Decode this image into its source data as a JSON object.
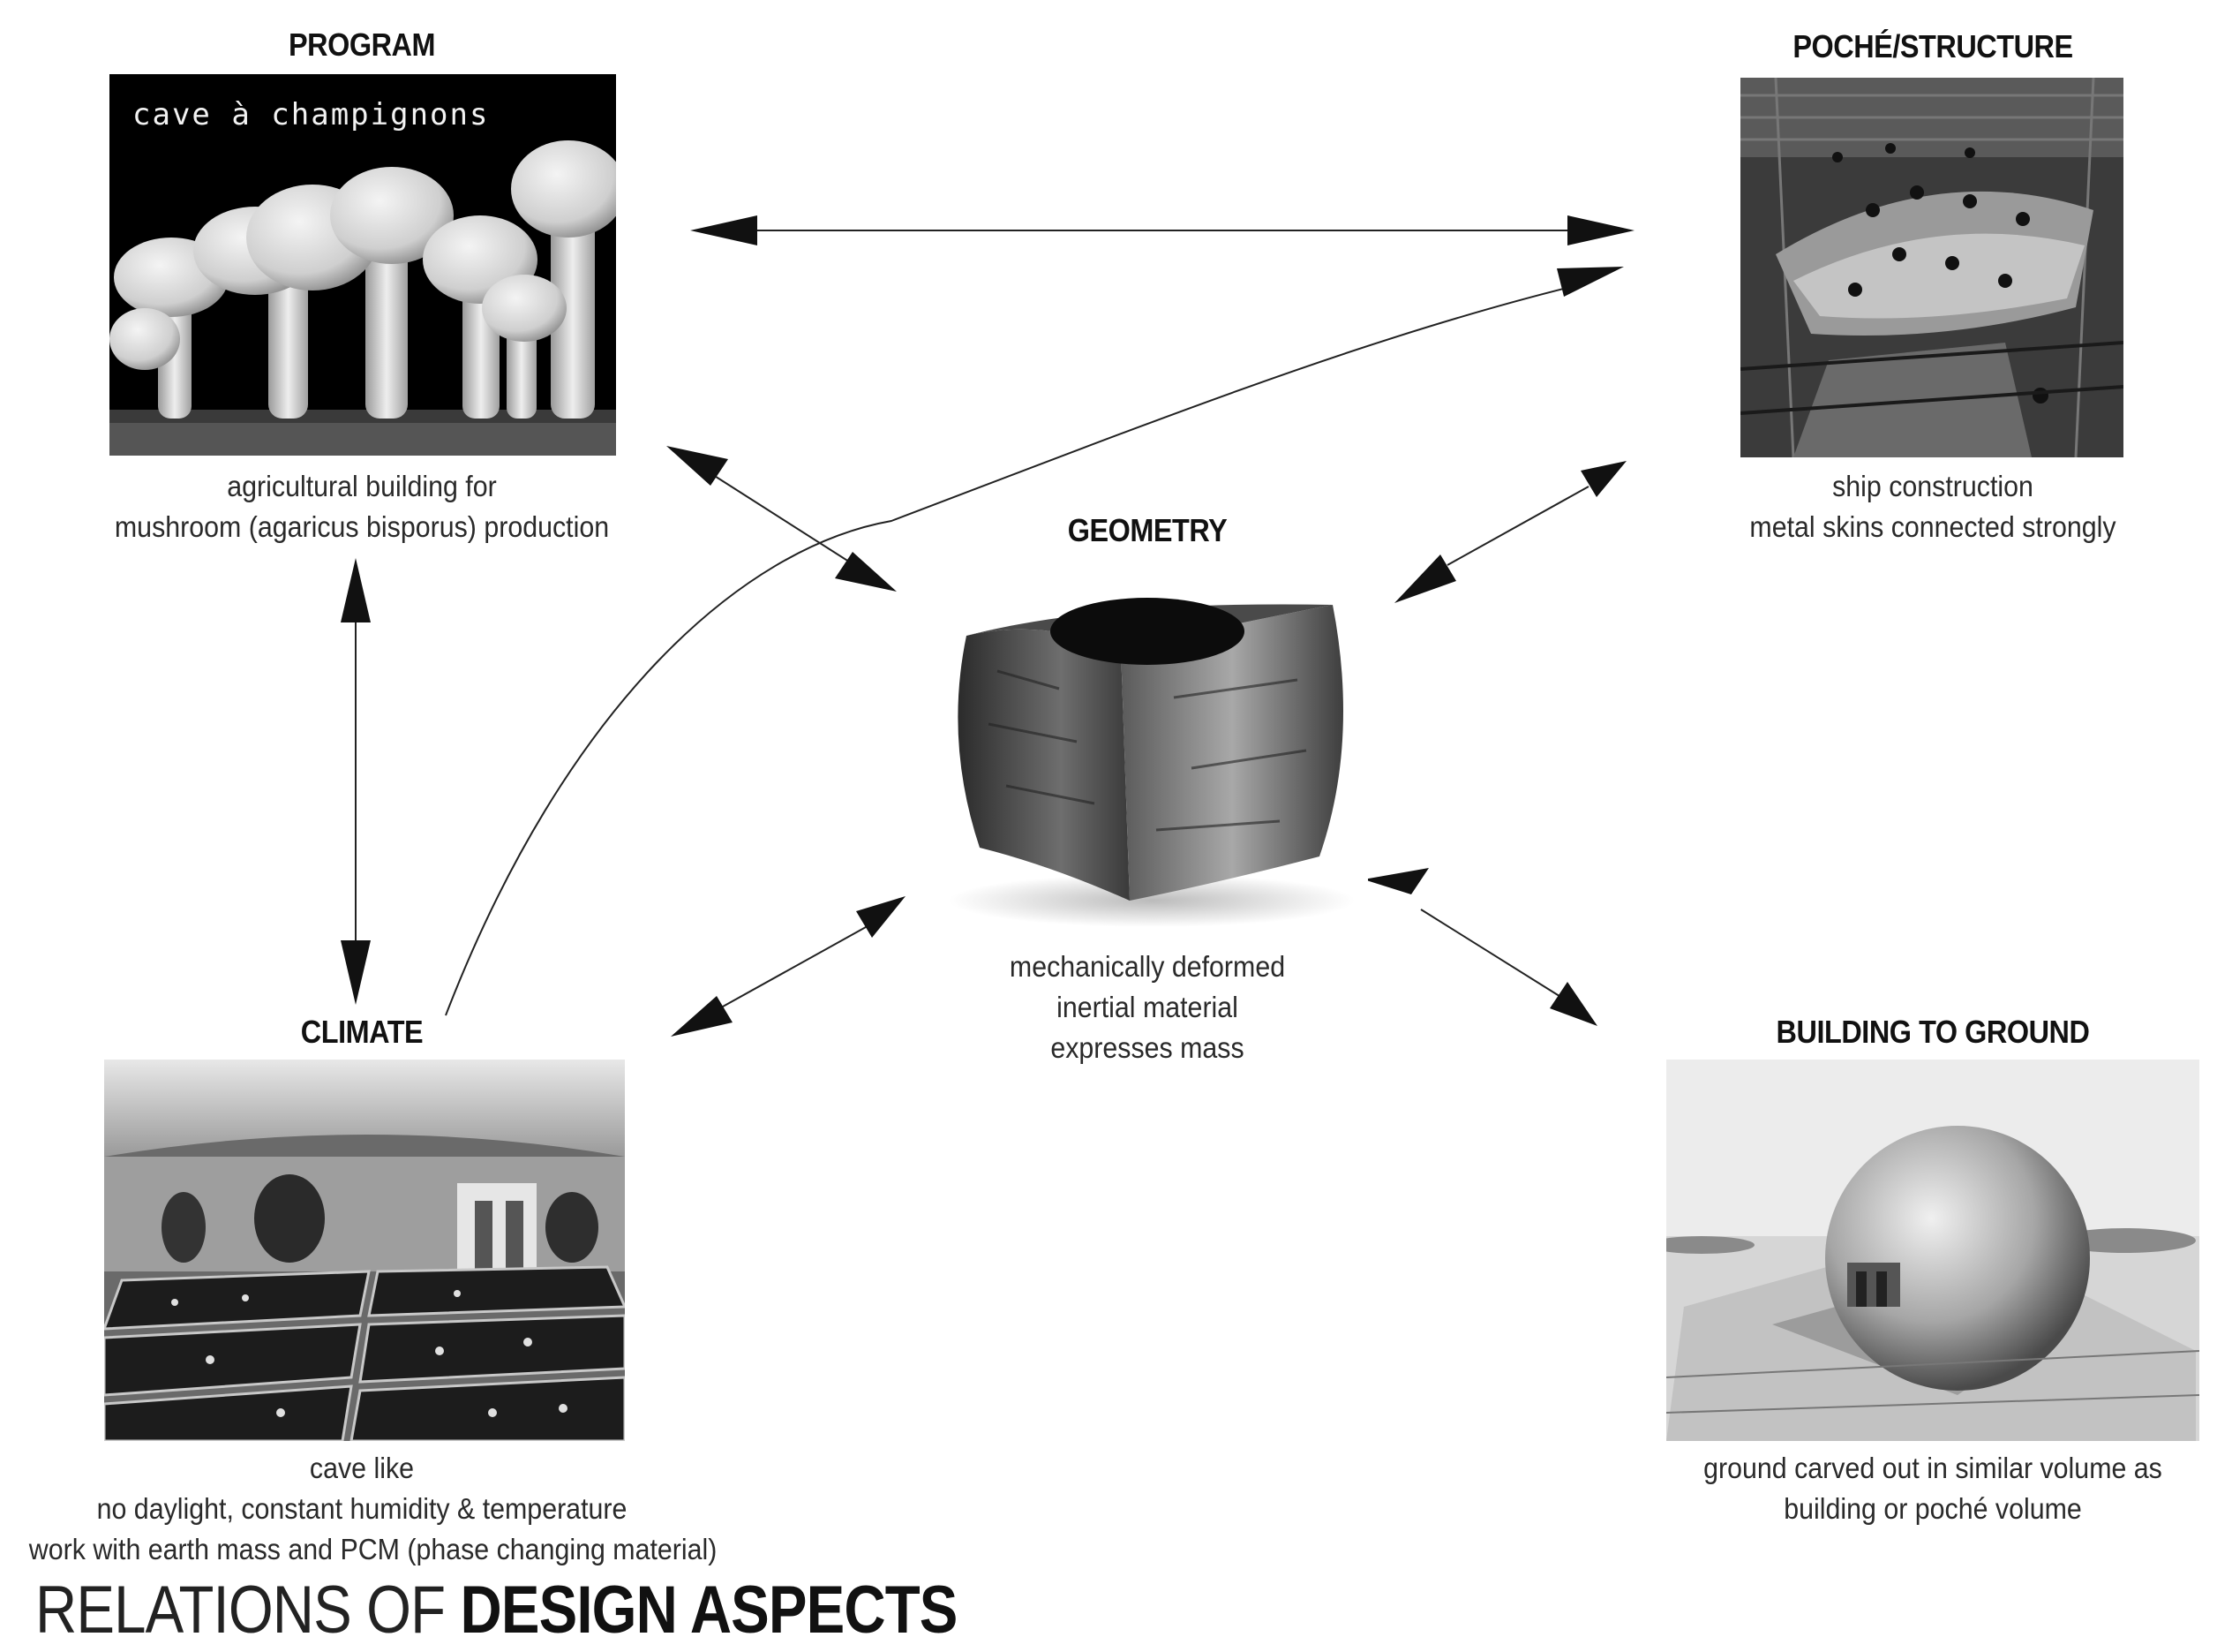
{
  "nodes": {
    "program": {
      "heading": "PROGRAM",
      "photo_text": "cave à champignons",
      "caption": [
        "agricultural building for",
        "mushroom (agaricus bisporus) production"
      ]
    },
    "poche_structure": {
      "heading": "POCHÉ/STRUCTURE",
      "caption": [
        "ship construction",
        "metal skins connected strongly"
      ]
    },
    "geometry": {
      "heading": "GEOMETRY",
      "caption": [
        "mechanically deformed",
        "inertial material",
        "expresses mass"
      ]
    },
    "climate": {
      "heading": "CLIMATE",
      "caption": [
        "cave like",
        "no daylight, constant humidity & temperature",
        "work with earth mass and PCM (phase changing material)"
      ]
    },
    "building_to_ground": {
      "heading": "BUILDING TO GROUND",
      "caption": [
        "ground carved out in similar volume as",
        "building or poché volume"
      ]
    }
  },
  "relations": [
    {
      "from": "program",
      "to": "poche_structure"
    },
    {
      "from": "program",
      "to": "geometry"
    },
    {
      "from": "program",
      "to": "climate"
    },
    {
      "from": "climate",
      "to": "poche_structure"
    },
    {
      "from": "poche_structure",
      "to": "geometry"
    },
    {
      "from": "climate",
      "to": "geometry"
    },
    {
      "from": "geometry",
      "to": "building_to_ground"
    }
  ],
  "title": {
    "light": "RELATIONS OF ",
    "bold": "DESIGN ASPECTS"
  }
}
